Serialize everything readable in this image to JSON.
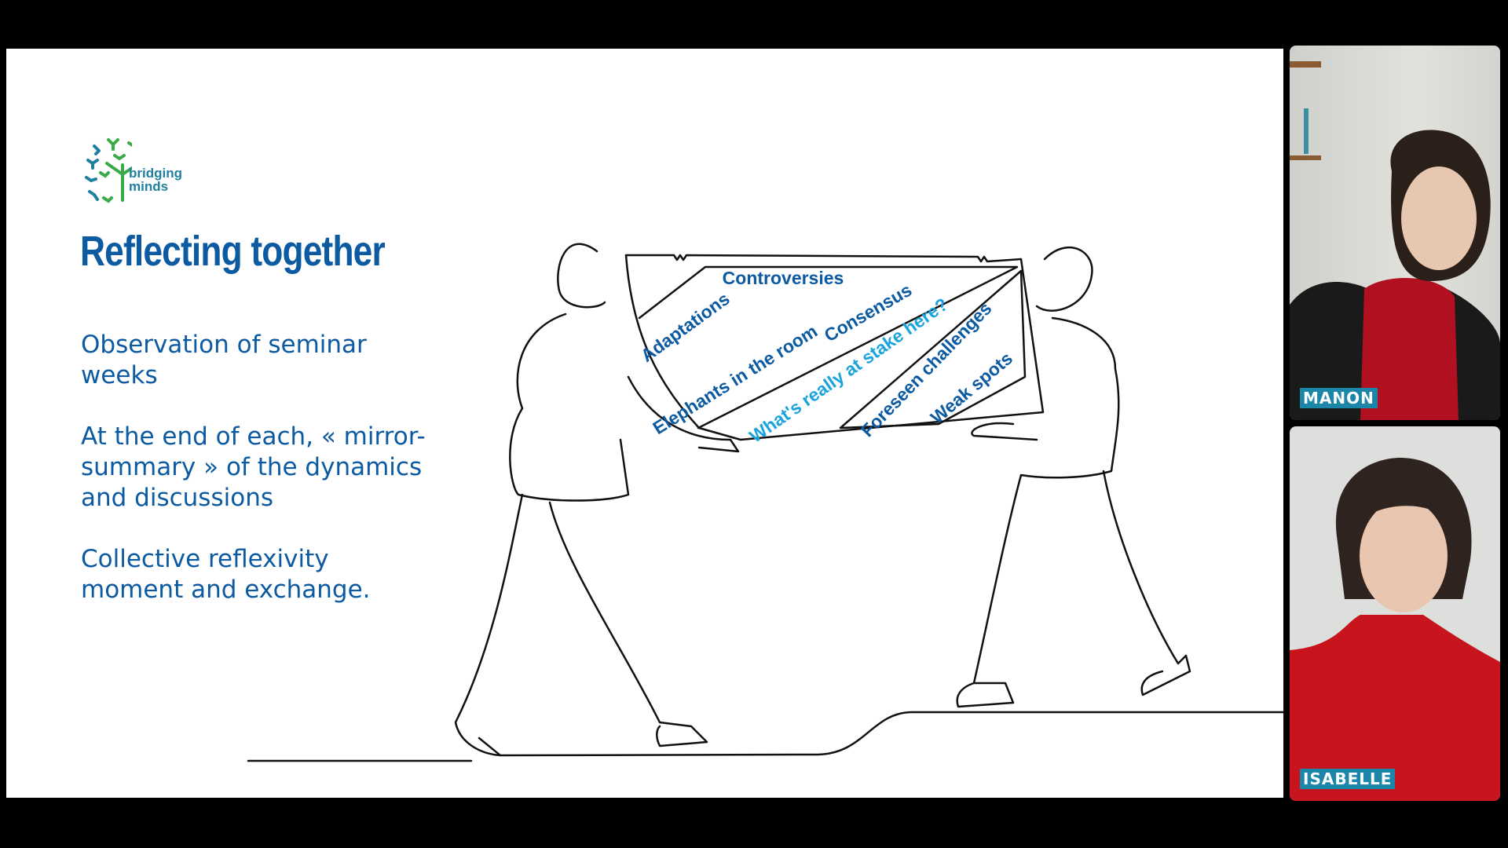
{
  "slide": {
    "logo": {
      "line1": "bridging",
      "line2": "minds"
    },
    "title": "Reflecting together",
    "bullets": [
      "Observation of seminar weeks",
      "At the end of each, « mirror-summary » of the dynamics and discussions",
      "Collective reflexivity moment and exchange."
    ],
    "board_words": {
      "controversies": "Controversies",
      "adaptations": "Adaptations",
      "consensus": "Consensus",
      "elephants": "Elephants in the room",
      "stake": "What's really at stake here?",
      "foreseen": "Foreseen challenges",
      "weak": "Weak spots"
    },
    "colors": {
      "primary": "#0b5aa2",
      "highlight": "#1aa3dc",
      "logo_green": "#3aaa48",
      "logo_teal": "#1f7fa0"
    }
  },
  "participants": [
    {
      "name": "MANON"
    },
    {
      "name": "ISABELLE"
    }
  ]
}
